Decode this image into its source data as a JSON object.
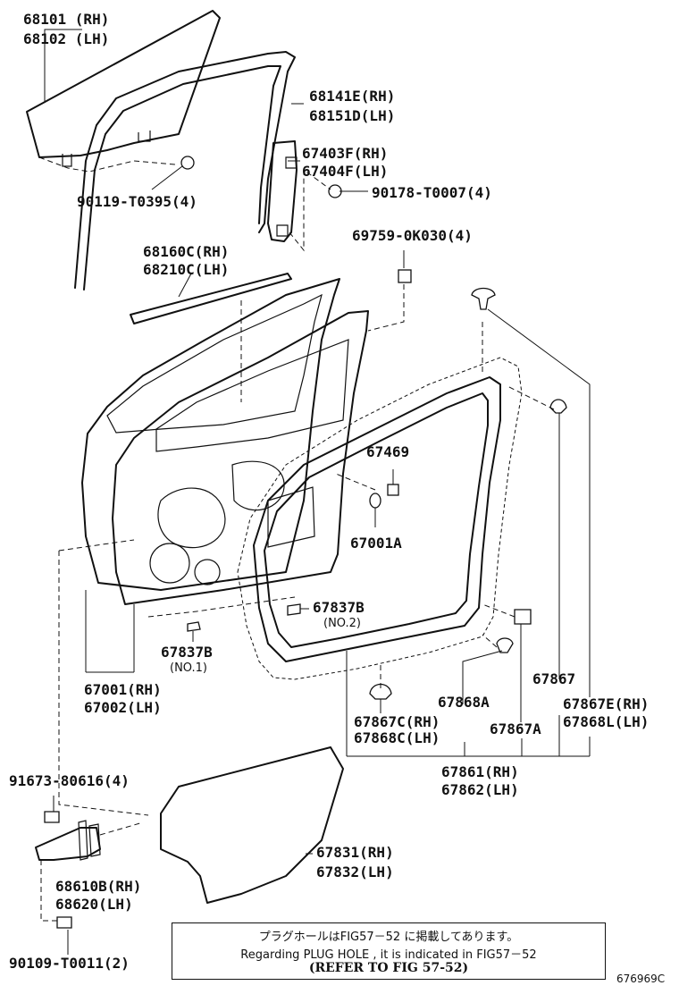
{
  "labels": {
    "glass": [
      "68101 (RH)",
      "68102 (LH)"
    ],
    "run_channel": [
      "68141E(RH)",
      "68151D(LH)"
    ],
    "regulator": [
      "67403F(RH)",
      "67404F(LH)"
    ],
    "nut": "90178-T0007(4)",
    "bolt_glass": "90119-T0395(4)",
    "clip_top": "69759-0K030(4)",
    "weatherstrip_belt": [
      "68160C(RH)",
      "68210C(LH)"
    ],
    "part_67469": "67469",
    "part_67001a": "67001A",
    "plug_no2": "67837B",
    "plug_no2_sub": "(NO.2)",
    "plug_no1": "67837B",
    "plug_no1_sub": "(NO.1)",
    "door_panel": [
      "67001(RH)",
      "67002(LH)"
    ],
    "clip_67867": "67867",
    "clip_67868a": "67868A",
    "clip_67867e": [
      "67867E(RH)",
      "67868L(LH)"
    ],
    "clip_67867c": [
      "67867C(RH)",
      "67868C(LH)"
    ],
    "clip_67867a": "67867A",
    "weatherstrip_door": [
      "67861(RH)",
      "67862(LH)"
    ],
    "bolt_hinge": "91673-80616(4)",
    "hole_cover": [
      "67831(RH)",
      "67832(LH)"
    ],
    "check_assy": [
      "68610B(RH)",
      "68620(LH)"
    ],
    "bolt_check": "90109-T0011(2)"
  },
  "note": {
    "line_jp": "プラグホールはFIG57－52 に掲載してあります。",
    "line_en": "Regarding  PLUG HOLE , it is  indicated  in  FIG57－52",
    "line_ref": "(REFER TO FIG 57-52)"
  },
  "figure_code": "676969C"
}
